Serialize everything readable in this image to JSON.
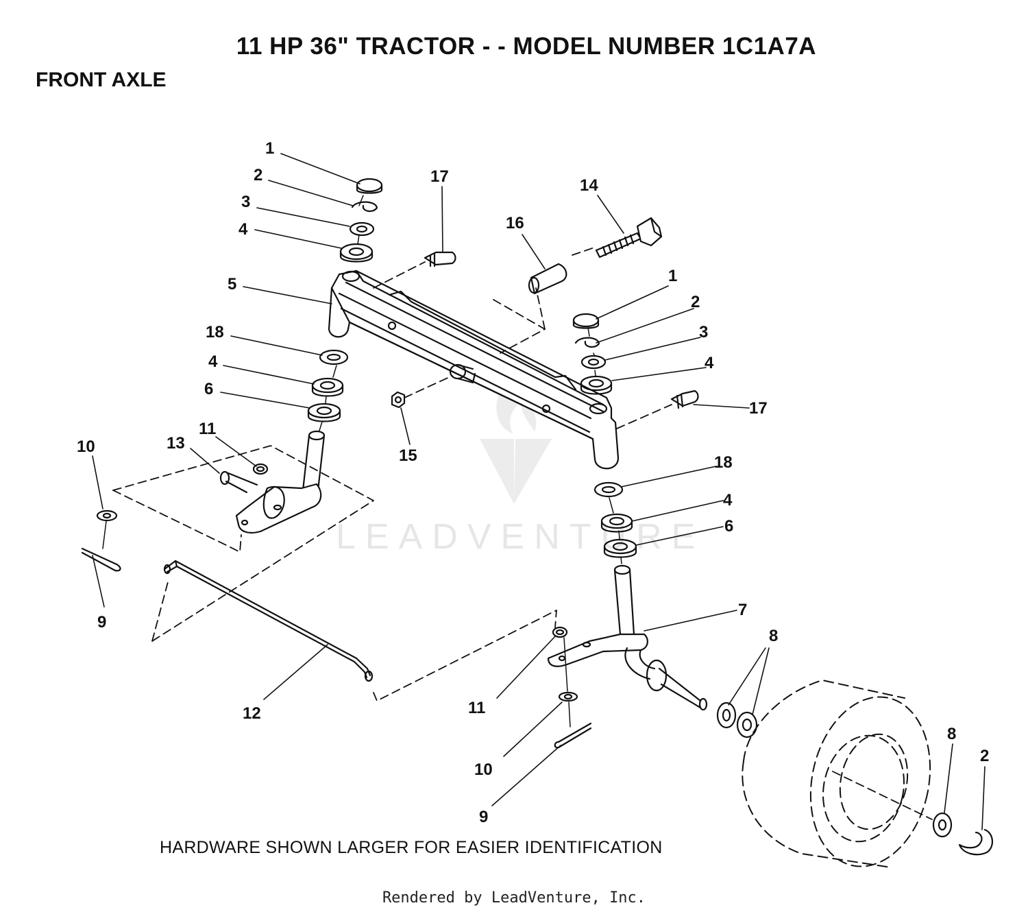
{
  "header": {
    "title": "11 HP 36\" TRACTOR - - MODEL NUMBER 1C1A7A",
    "section": "FRONT AXLE"
  },
  "note": "HARDWARE SHOWN LARGER FOR EASIER IDENTIFICATION",
  "footer": "Rendered by LeadVenture, Inc.",
  "watermark": {
    "text": "LEADVENTURE"
  },
  "callouts": [
    "1",
    "2",
    "3",
    "4",
    "5",
    "18",
    "4",
    "6",
    "17",
    "16",
    "14",
    "1",
    "2",
    "3",
    "4",
    "17",
    "15",
    "18",
    "4",
    "6",
    "10",
    "13",
    "11",
    "9",
    "12",
    "7",
    "8",
    "11",
    "10",
    "9",
    "8",
    "2"
  ],
  "colors": {
    "line": "#111111",
    "watermark": "#e6e6e6"
  }
}
